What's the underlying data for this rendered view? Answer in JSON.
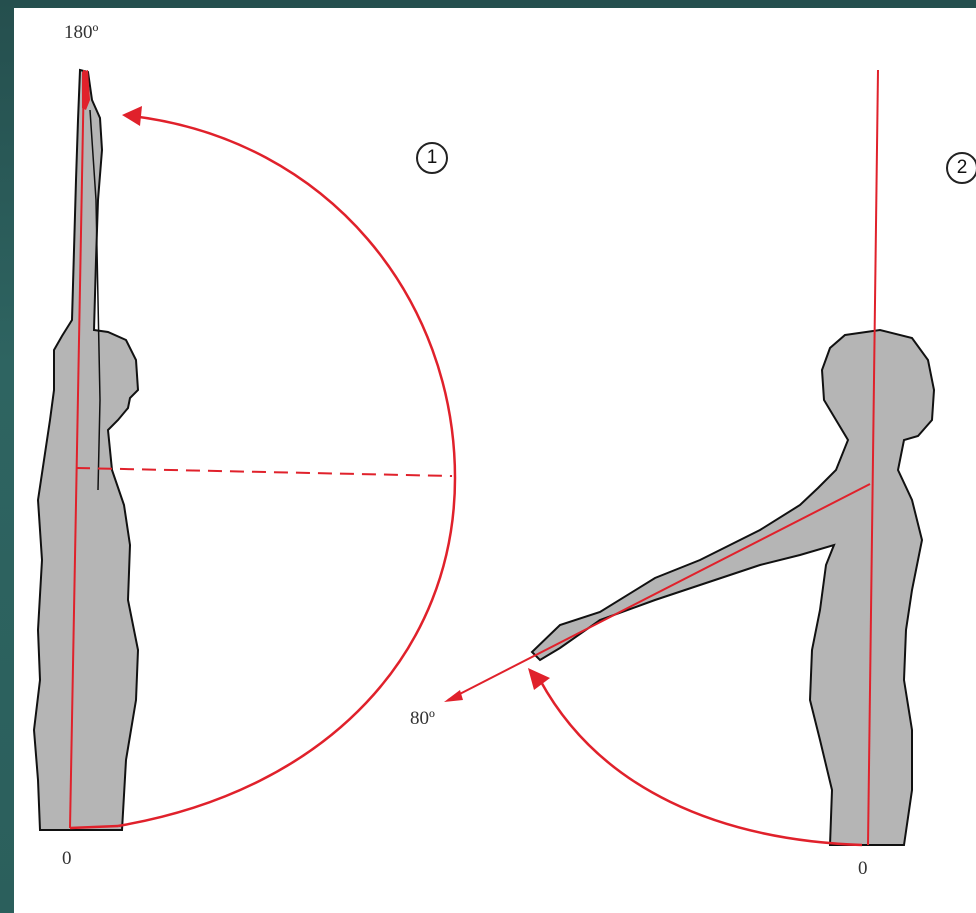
{
  "labels": {
    "angle_top": "180º",
    "angle_forward": "80º",
    "zero_left": "0",
    "zero_right": "0",
    "figure_1": "1",
    "figure_2": "2"
  },
  "colors": {
    "arc": "#e0212b",
    "silhouette": "#b5b5b5",
    "outline": "#111111",
    "background": "#2c5a58"
  }
}
